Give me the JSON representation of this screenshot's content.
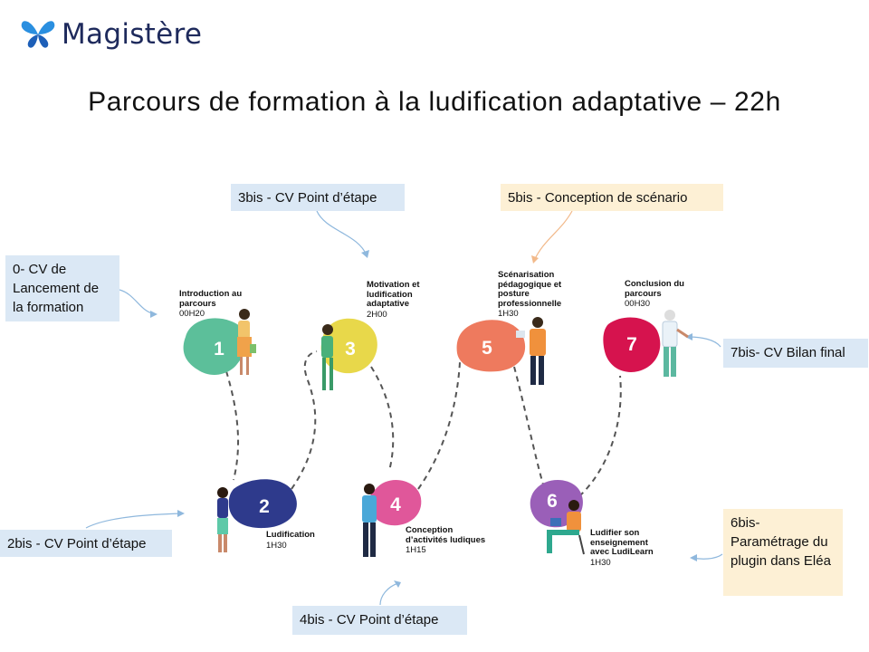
{
  "brand": {
    "name": "Magistère",
    "logo_colors": {
      "butterfly": "#2a8fe0",
      "butterfly_dark": "#1d5fb8",
      "text": "#1e2a5c"
    }
  },
  "title": "Parcours de formation à la ludification adaptative – 22h",
  "callouts": {
    "c0": "0- CV de Lancement de la formation",
    "c2bis": "2bis - CV Point d’étape",
    "c3bis": "3bis - CV Point d’étape",
    "c4bis": "4bis - CV Point d’étape",
    "c5bis": "5bis - Conception de scénario",
    "c6bis": "6bis- Paramétrage du plugin dans Eléa",
    "c7bis": "7bis- CV Bilan final"
  },
  "callout_colors": {
    "blue": "#dbe8f5",
    "yellow": "#fdf0d5"
  },
  "steps": [
    {
      "number": "1",
      "label": "Introduction au parcours",
      "duration": "00H20",
      "color": "#5cbf9a"
    },
    {
      "number": "2",
      "label": "Ludification",
      "duration": "1H30",
      "color": "#2e3a8c"
    },
    {
      "number": "3",
      "label": "Motivation et ludification adaptative",
      "duration": "2H00",
      "color": "#e8d84a"
    },
    {
      "number": "4",
      "label": "Conception d’activités ludiques",
      "duration": "1H15",
      "color": "#e0579a"
    },
    {
      "number": "5",
      "label": "Scénarisation pédagogique et posture professionnelle",
      "duration": "1H30",
      "color": "#ee7a5e"
    },
    {
      "number": "6",
      "label": "Ludifier son enseignement avec LudiLearn",
      "duration": "1H30",
      "color": "#9a5fb8"
    },
    {
      "number": "7",
      "label": "Conclusion du parcours",
      "duration": "00H30",
      "color": "#d6134e"
    }
  ]
}
